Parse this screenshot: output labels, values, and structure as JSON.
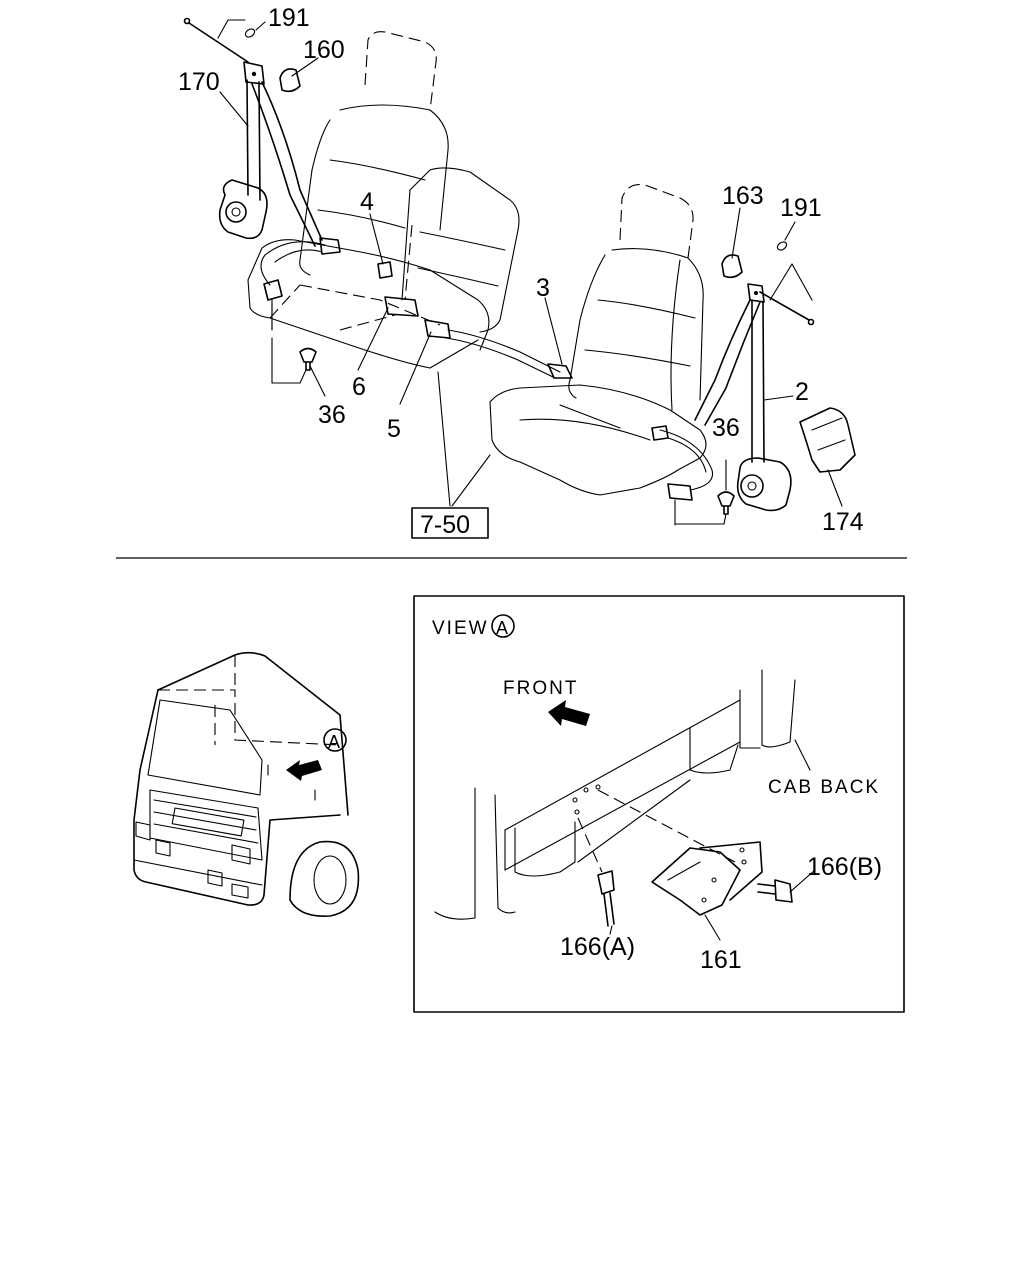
{
  "callouts": {
    "c191_left": "191",
    "c160": "160",
    "c170": "170",
    "c4": "4",
    "c3": "3",
    "c163": "163",
    "c191_right": "191",
    "c2": "2",
    "c6": "6",
    "c5": "5",
    "c36_left": "36",
    "c36_right": "36",
    "c174": "174",
    "ref_7_50": "7-50"
  },
  "view": {
    "title": "VIEW",
    "marker": "A",
    "front_label": "FRONT",
    "cab_back_label": "CAB BACK",
    "c166a": "166(A)",
    "c166b": "166(B)",
    "c161": "161"
  },
  "cab": {
    "marker": "A"
  }
}
